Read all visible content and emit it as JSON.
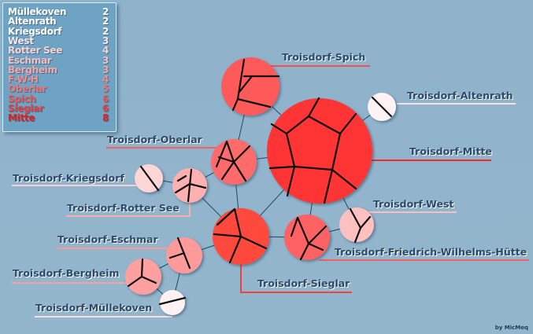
{
  "legend": {
    "rows": [
      {
        "name": "Müllekoven",
        "count": "2",
        "color": "#ffffff"
      },
      {
        "name": "Altenrath",
        "count": "2",
        "color": "#ffffff"
      },
      {
        "name": "Kriegsdorf",
        "count": "2",
        "color": "#ffffff"
      },
      {
        "name": "West",
        "count": "3",
        "color": "#fbe6e6"
      },
      {
        "name": "Rotter See",
        "count": "4",
        "color": "#f9d2d2"
      },
      {
        "name": "Eschmar",
        "count": "3",
        "color": "#f7c0c0"
      },
      {
        "name": "Bergheim",
        "count": "3",
        "color": "#f5a6a6"
      },
      {
        "name": "F-W-H",
        "count": "4",
        "color": "#f28e8e"
      },
      {
        "name": "Oberlar",
        "count": "5",
        "color": "#ef7676"
      },
      {
        "name": "Spich",
        "count": "6",
        "color": "#ec5858"
      },
      {
        "name": "Sieglar",
        "count": "6",
        "color": "#e84040"
      },
      {
        "name": "Mitte",
        "count": "8",
        "color": "#e41f1f"
      }
    ]
  },
  "nodes": {
    "mitte": {
      "label": "Troisdorf-Mitte",
      "color": "#ff3434"
    },
    "spich": {
      "label": "Troisdorf-Spich",
      "color": "#ff5a5a"
    },
    "altenrath": {
      "label": "Troisdorf-Altenrath",
      "color": "#fff2f2"
    },
    "oberlar": {
      "label": "Troisdorf-Oberlar",
      "color": "#ff6a6a"
    },
    "kriegsdorf": {
      "label": "Troisdorf-Kriegsdorf",
      "color": "#ffd6d6"
    },
    "rottersee": {
      "label": "Troisdorf-Rotter See",
      "color": "#ffb0b0"
    },
    "west": {
      "label": "Troisdorf-West",
      "color": "#ffc0c0"
    },
    "fwh": {
      "label": "Troisdorf-Friedrich-Wilhelms-Hütte",
      "color": "#ff6262"
    },
    "sieglar": {
      "label": "Troisdorf-Sieglar",
      "color": "#ff4a3c"
    },
    "eschmar": {
      "label": "Troisdorf-Eschmar",
      "color": "#ff9a9a"
    },
    "bergheim": {
      "label": "Troisdorf-Bergheim",
      "color": "#ffa0a0"
    },
    "muellekoven": {
      "label": "Troisdorf-Müllekoven",
      "color": "#fff2f2"
    }
  },
  "colors": {
    "edge": "#1e4a66",
    "line_dark": "#111111",
    "label_text": "#2c4a6c",
    "label_underline": "#f05050"
  },
  "credit": "by MicMeq"
}
